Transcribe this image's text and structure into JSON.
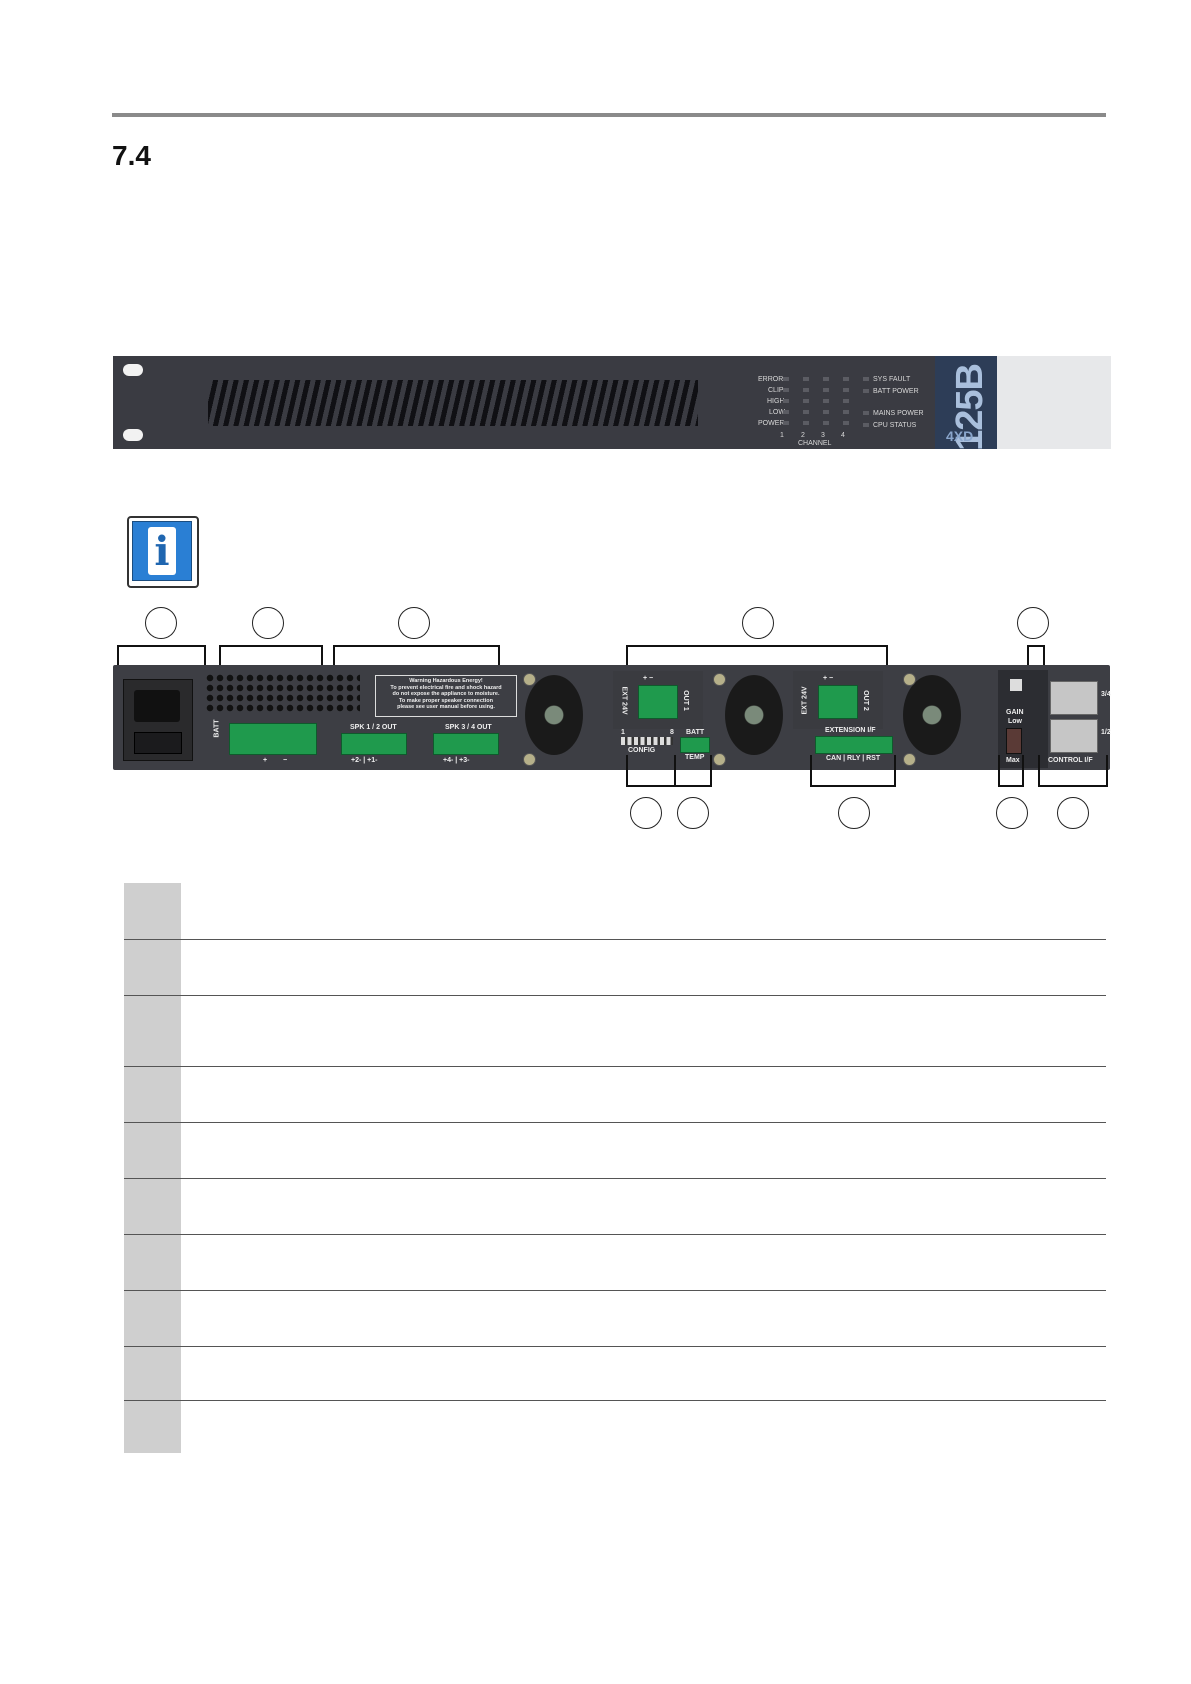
{
  "section": {
    "number": "7.4"
  },
  "front_panel": {
    "led_labels_left": [
      "ERROR",
      "CLIP",
      "HIGH",
      "LOW",
      "POWER"
    ],
    "channel_numbers": [
      "1",
      "2",
      "3",
      "4"
    ],
    "channel_label": "CHANNEL",
    "led_labels_right": [
      "SYS FAULT",
      "BATT POWER",
      "MAINS POWER",
      "CPU STATUS"
    ],
    "model": "125B",
    "model_sub": "4XD"
  },
  "rear_panel": {
    "warning": [
      "Warning Hazardous Energy!",
      "To prevent electrical fire and shock hazard",
      "do not expose the appliance to moisture.",
      "To make proper speaker connection",
      "please see user manual before using."
    ],
    "batt_vertical": "BATT",
    "batt_plus": "+",
    "batt_minus": "−",
    "spk12": "SPK 1 / 2 OUT",
    "spk12_terms": "+2-  |  +1-",
    "spk34": "SPK 3 / 4 OUT",
    "spk34_terms": "+4-  |  +3-",
    "out1": "OUT 1",
    "ext24v_1": "EXT 24V",
    "out2": "OUT 2",
    "ext24v_2": "EXT 24V",
    "plus_minus": "+   −",
    "config": "CONFIG",
    "config_1": "1",
    "config_8": "8",
    "batt": "BATT",
    "temp": "TEMP",
    "ext_if": "EXTENSION I/F",
    "can_rly_rst": "CAN | RLY | RST",
    "gain": "GAIN",
    "low": "Low",
    "max": "Max",
    "port_34": "3/4",
    "port_12": "1/2",
    "control_if": "CONTROL I/F"
  }
}
